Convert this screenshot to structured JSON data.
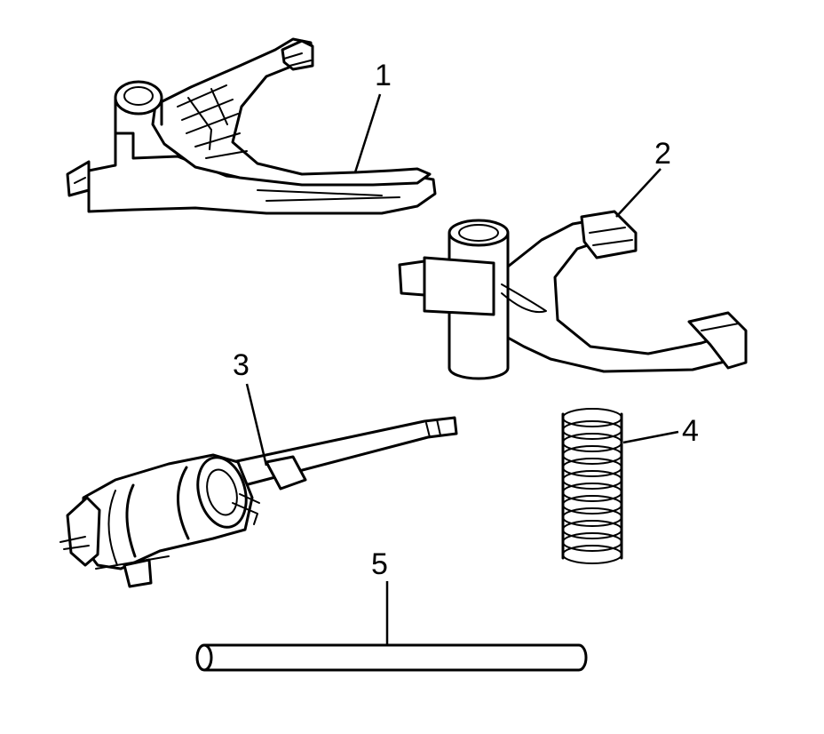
{
  "callouts": [
    {
      "id": "1",
      "label": "1",
      "part": "shift-fork-1"
    },
    {
      "id": "2",
      "label": "2",
      "part": "shift-fork-2"
    },
    {
      "id": "3",
      "label": "3",
      "part": "shift-rail-detent-assembly"
    },
    {
      "id": "4",
      "label": "4",
      "part": "spring"
    },
    {
      "id": "5",
      "label": "5",
      "part": "shaft-pin"
    }
  ],
  "colors": {
    "line": "#000000",
    "background": "#ffffff"
  }
}
